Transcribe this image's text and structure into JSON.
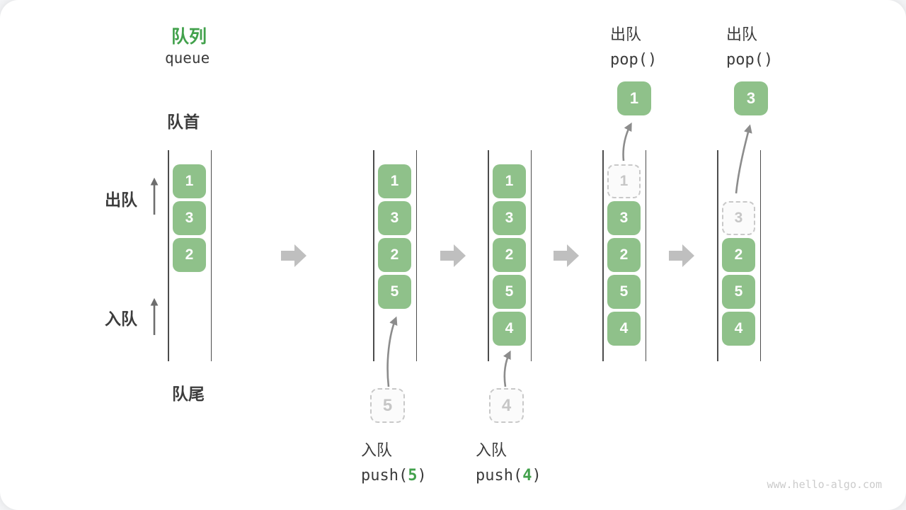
{
  "title": {
    "zh": "队列",
    "en": "queue"
  },
  "labels": {
    "front": "队首",
    "rear": "队尾",
    "dequeue": "出队",
    "enqueue": "入队"
  },
  "colors": {
    "box_green": "#8fc18a",
    "accent_green": "#42a14c",
    "text_dark": "#3c3c3c",
    "wall_color": "#4c4c4c",
    "dashed_border": "#c9c9c9",
    "dashed_text": "#c6c6c6",
    "block_arrow": "#bfbfbf",
    "curve_arrow": "#8c8c8c",
    "side_arrow": "#6e6e6e"
  },
  "states": [
    {
      "boxes": [
        {
          "slot": 0,
          "value": "1",
          "type": "green"
        },
        {
          "slot": 1,
          "value": "3",
          "type": "green"
        },
        {
          "slot": 2,
          "value": "2",
          "type": "green"
        }
      ]
    },
    {
      "boxes": [
        {
          "slot": 0,
          "value": "1",
          "type": "green"
        },
        {
          "slot": 1,
          "value": "3",
          "type": "green"
        },
        {
          "slot": 2,
          "value": "2",
          "type": "green"
        },
        {
          "slot": 3,
          "value": "5",
          "type": "green"
        }
      ],
      "incoming": "5",
      "op": {
        "zh": "入队",
        "code_prefix": "push(",
        "arg": "5",
        "code_suffix": ")"
      }
    },
    {
      "boxes": [
        {
          "slot": 0,
          "value": "1",
          "type": "green"
        },
        {
          "slot": 1,
          "value": "3",
          "type": "green"
        },
        {
          "slot": 2,
          "value": "2",
          "type": "green"
        },
        {
          "slot": 3,
          "value": "5",
          "type": "green"
        },
        {
          "slot": 4,
          "value": "4",
          "type": "green"
        }
      ],
      "incoming": "4",
      "op": {
        "zh": "入队",
        "code_prefix": "push(",
        "arg": "4",
        "code_suffix": ")"
      }
    },
    {
      "boxes": [
        {
          "slot": 0,
          "value": "1",
          "type": "dashed"
        },
        {
          "slot": 1,
          "value": "3",
          "type": "green"
        },
        {
          "slot": 2,
          "value": "2",
          "type": "green"
        },
        {
          "slot": 3,
          "value": "5",
          "type": "green"
        },
        {
          "slot": 4,
          "value": "4",
          "type": "green"
        }
      ],
      "outgoing": "1",
      "op": {
        "zh": "出队",
        "code": "pop()"
      }
    },
    {
      "boxes": [
        {
          "slot": 1,
          "value": "3",
          "type": "dashed"
        },
        {
          "slot": 2,
          "value": "2",
          "type": "green"
        },
        {
          "slot": 3,
          "value": "5",
          "type": "green"
        },
        {
          "slot": 4,
          "value": "4",
          "type": "green"
        }
      ],
      "outgoing": "3",
      "op": {
        "zh": "出队",
        "code": "pop()"
      }
    }
  ],
  "watermark": "www.hello-algo.com"
}
